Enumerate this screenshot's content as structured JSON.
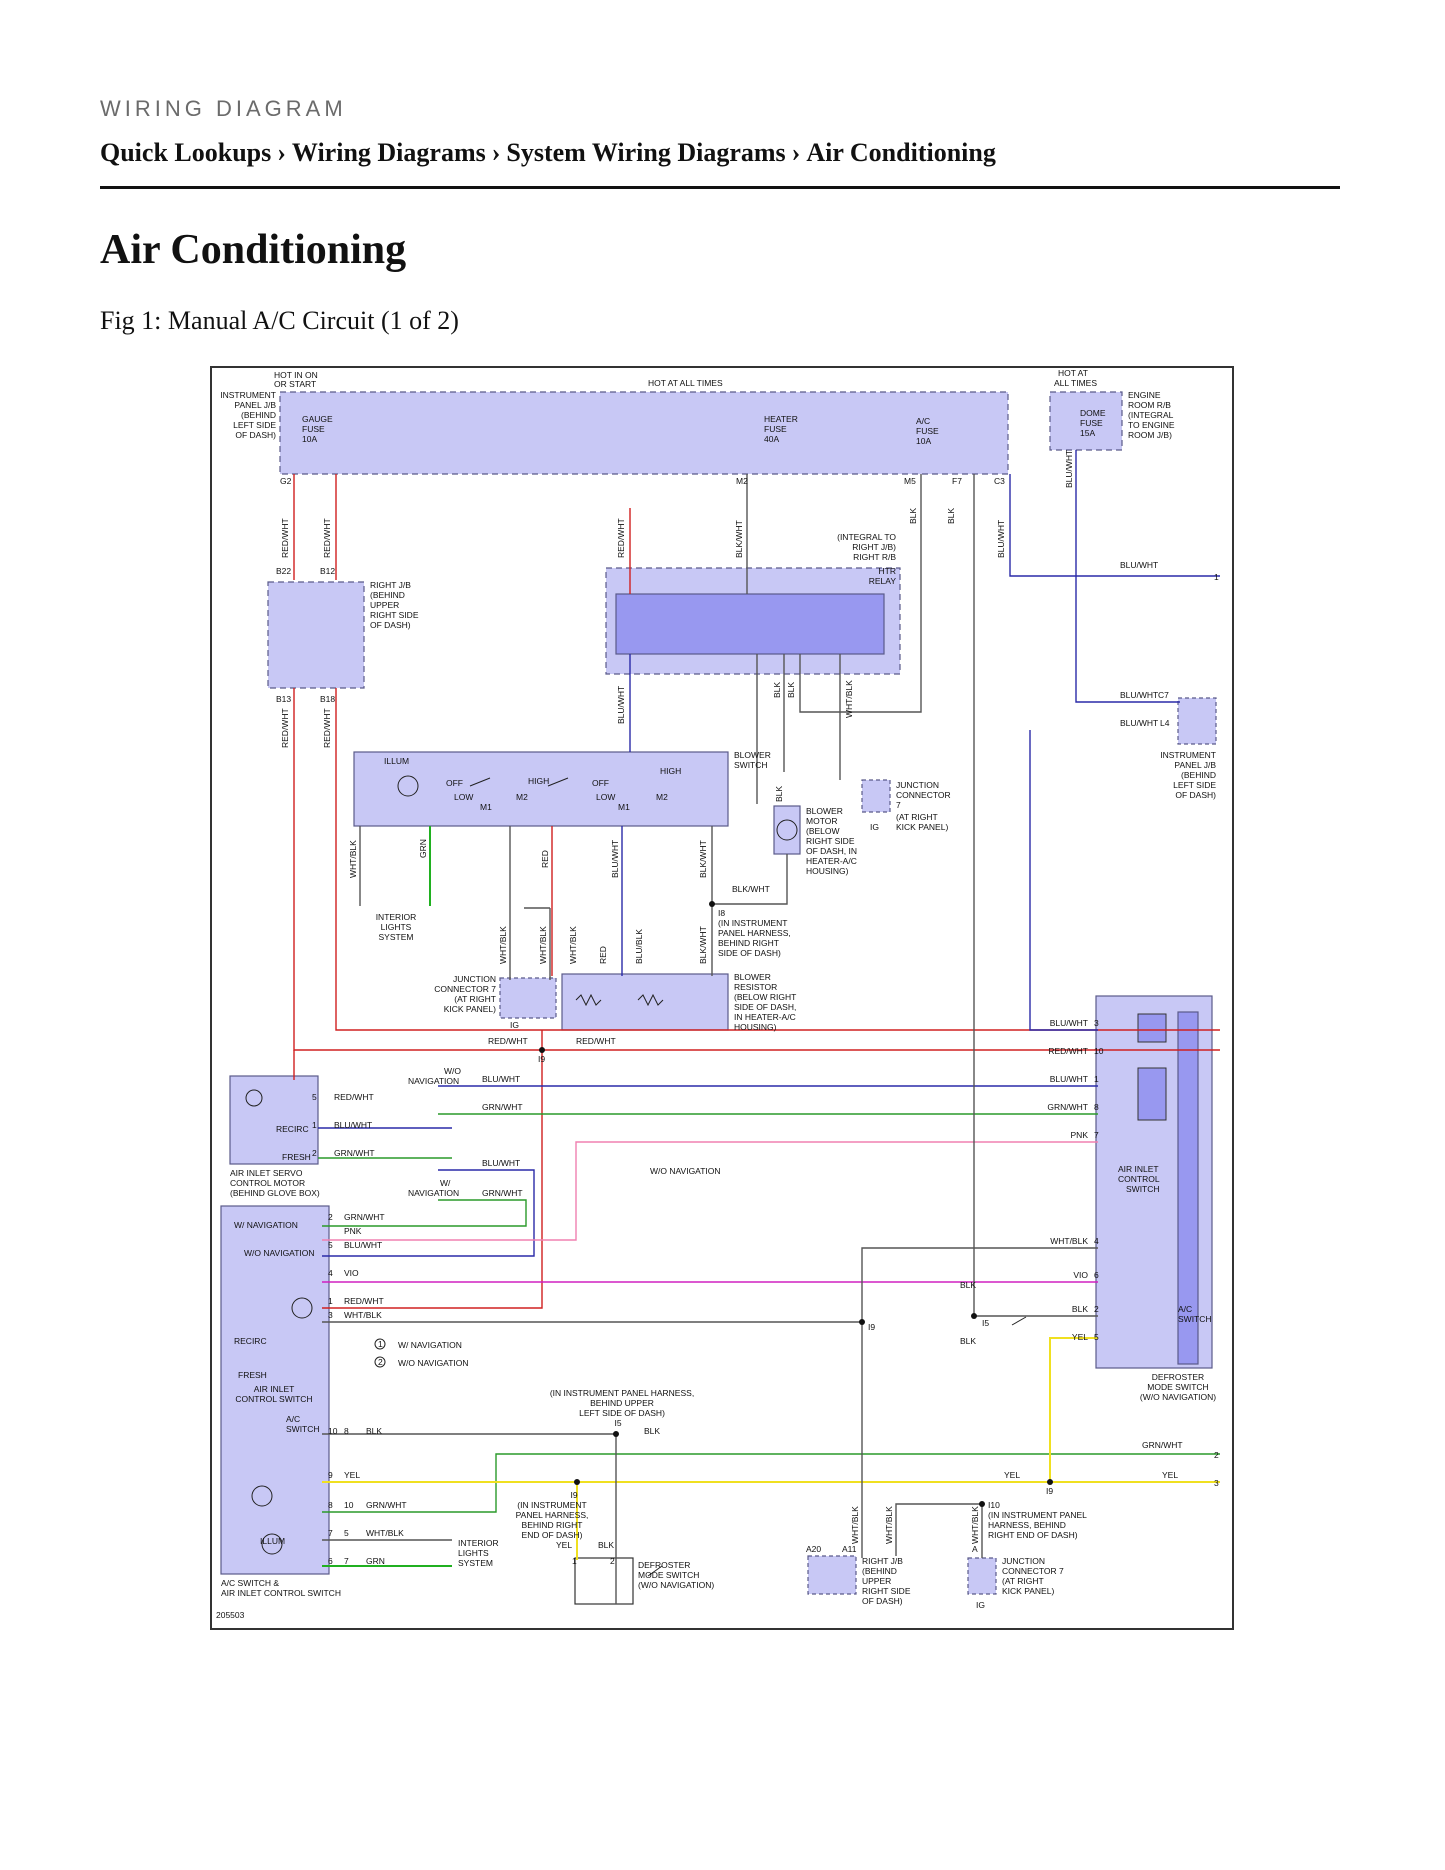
{
  "header": {
    "kicker": "WIRING DIAGRAM",
    "breadcrumb": [
      "Quick Lookups",
      "Wiring Diagrams",
      "System Wiring Diagrams",
      "Air Conditioning"
    ],
    "separator": "›",
    "page_title": "Air Conditioning",
    "figure_caption": "Fig 1: Manual A/C Circuit (1 of 2)"
  },
  "diagram": {
    "fig_id": "205503",
    "colors": {
      "box_fill": "#c8c8f5",
      "box_stroke": "#5a5a8a",
      "red": "#d02020",
      "blue": "#2a2aa8",
      "green": "#2a9a2a",
      "pink": "#f080b0",
      "yellow": "#f0e020",
      "magenta": "#d020c0",
      "gray": "#555555",
      "bright_green": "#20b020"
    },
    "labels": {
      "hot_in_on": "HOT IN ON",
      "or_start": "OR START",
      "hot_at_all_times": "HOT AT ALL TIMES",
      "hot_at": "HOT AT",
      "all_times": "ALL TIMES",
      "ip_jb": [
        "INSTRUMENT",
        "PANEL J/B",
        "(BEHIND",
        "LEFT SIDE",
        "OF DASH)"
      ],
      "gauge_fuse": [
        "GAUGE",
        "FUSE",
        "10A"
      ],
      "heater_fuse": [
        "HEATER",
        "FUSE",
        "40A"
      ],
      "ac_fuse": [
        "A/C",
        "FUSE",
        "10A"
      ],
      "dome_fuse": [
        "DOME",
        "FUSE",
        "15A"
      ],
      "engine_room_rb": [
        "ENGINE",
        "ROOM R/B",
        "(INTEGRAL",
        "TO ENGINE",
        "ROOM J/B)"
      ],
      "pin_g2": "G2",
      "pin_m2": "M2",
      "pin_m5": "M5",
      "pin_f7": "F7",
      "pin_c3": "C3",
      "pin_b22": "B22",
      "pin_b12": "B12",
      "pin_b13": "B13",
      "pin_b18": "B18",
      "right_jb": [
        "RIGHT J/B",
        "(BEHIND",
        "UPPER",
        "RIGHT SIDE",
        "OF DASH)"
      ],
      "integral_right_jb": [
        "(INTEGRAL TO",
        "RIGHT J/B)",
        "RIGHT R/B"
      ],
      "htr_relay": [
        "HTR",
        "RELAY"
      ],
      "w_red_wht": "RED/WHT",
      "w_blk_wht": "BLK/WHT",
      "w_blk": "BLK",
      "w_blu_wht": "BLU/WHT",
      "w_wht_blk": "WHT/BLK",
      "w_grn": "GRN",
      "w_red": "RED",
      "w_blu_blk": "BLU/BLK",
      "w_grn_wht": "GRN/WHT",
      "w_pnk": "PNK",
      "w_vio": "VIO",
      "w_yel": "YEL",
      "blu_wht_c7": "C7",
      "blu_wht_l4": "L4",
      "out_1": "1",
      "out_2": "2",
      "out_3": "3",
      "ip_jb_right": [
        "INSTRUMENT",
        "PANEL J/B",
        "(BEHIND",
        "LEFT SIDE",
        "OF DASH)"
      ],
      "blower_switch": [
        "BLOWER",
        "SWITCH"
      ],
      "illum": "ILLUM",
      "off": "OFF",
      "low": "LOW",
      "high": "HIGH",
      "m1": "M1",
      "m2": "M2",
      "junction_connector_7": [
        "JUNCTION",
        "CONNECTOR",
        "7",
        "(AT RIGHT",
        "KICK PANEL)"
      ],
      "ig": "IG",
      "blower_motor": [
        "BLOWER",
        "MOTOR",
        "(BELOW",
        "RIGHT SIDE",
        "OF DASH, IN",
        "HEATER-A/C",
        "HOUSING)"
      ],
      "i8_note": [
        "I8",
        "(IN INSTRUMENT",
        "PANEL HARNESS,",
        "BEHIND RIGHT",
        "SIDE OF DASH)"
      ],
      "interior_lights": [
        "INTERIOR",
        "LIGHTS",
        "SYSTEM"
      ],
      "jc7_left": [
        "JUNCTION",
        "CONNECTOR 7",
        "(AT RIGHT",
        "KICK PANEL)"
      ],
      "blower_resistor": [
        "BLOWER",
        "RESISTOR",
        "(BELOW RIGHT",
        "SIDE OF DASH,",
        "IN HEATER-A/C",
        "HOUSING)"
      ],
      "wo_navigation": "W/O NAVIGATION",
      "w_o": "W/O",
      "navigation": "NAVIGATION",
      "w_slash": "W/",
      "w_navigation": "W/ NAVIGATION",
      "air_inlet_servo": [
        "AIR INLET SERVO",
        "CONTROL MOTOR",
        "(BEHIND GLOVE BOX)"
      ],
      "recirc": "RECIRC",
      "fresh": "FRESH",
      "air_inlet_control_switch_r": [
        "AIR INLET",
        "CONTROL",
        "SWITCH"
      ],
      "ac_switch_r": [
        "A/C",
        "SWITCH"
      ],
      "defroster_mode_switch_r": [
        "DEFROSTER",
        "MODE SWITCH",
        "(W/O NAVIGATION)"
      ],
      "air_inlet_control_switch_l": [
        "AIR INLET",
        "CONTROL SWITCH"
      ],
      "ac_switch_l": [
        "A/C",
        "SWITCH"
      ],
      "ac_switch_assy": [
        "A/C SWITCH &",
        "AIR INLET CONTROL SWITCH"
      ],
      "i5_note": [
        "(IN INSTRUMENT PANEL HARNESS,",
        "BEHIND UPPER",
        "LEFT SIDE OF DASH)",
        "I5"
      ],
      "i9_note": [
        "I9",
        "(IN INSTRUMENT",
        "PANEL HARNESS,",
        "BEHIND RIGHT",
        "END OF DASH)"
      ],
      "i10_note": [
        "I10",
        "(IN INSTRUMENT PANEL",
        "HARNESS, BEHIND",
        "RIGHT END OF DASH)"
      ],
      "defroster_mode_switch_l": [
        "DEFROSTER",
        "MODE SWITCH",
        "(W/O NAVIGATION)"
      ],
      "right_jb_bottom": [
        "RIGHT J/B",
        "(BEHIND",
        "UPPER",
        "RIGHT SIDE",
        "OF DASH)"
      ],
      "jc7_bottom": [
        "JUNCTION",
        "CONNECTOR 7",
        "(AT RIGHT",
        "KICK PANEL)"
      ],
      "pin_a20": "A20",
      "pin_a11": "A11",
      "pin_a": "A",
      "i9": "I9",
      "i5": "I5",
      "i8": "I8",
      "interior_lights_l": [
        "INTERIOR",
        "LIGHTS",
        "SYSTEM"
      ],
      "legend_1": "W/ NAVIGATION",
      "legend_2": "W/O NAVIGATION",
      "circ_1": "1",
      "circ_2": "2",
      "pins": [
        "1",
        "2",
        "3",
        "4",
        "5",
        "6",
        "7",
        "8",
        "9",
        "10"
      ]
    }
  }
}
